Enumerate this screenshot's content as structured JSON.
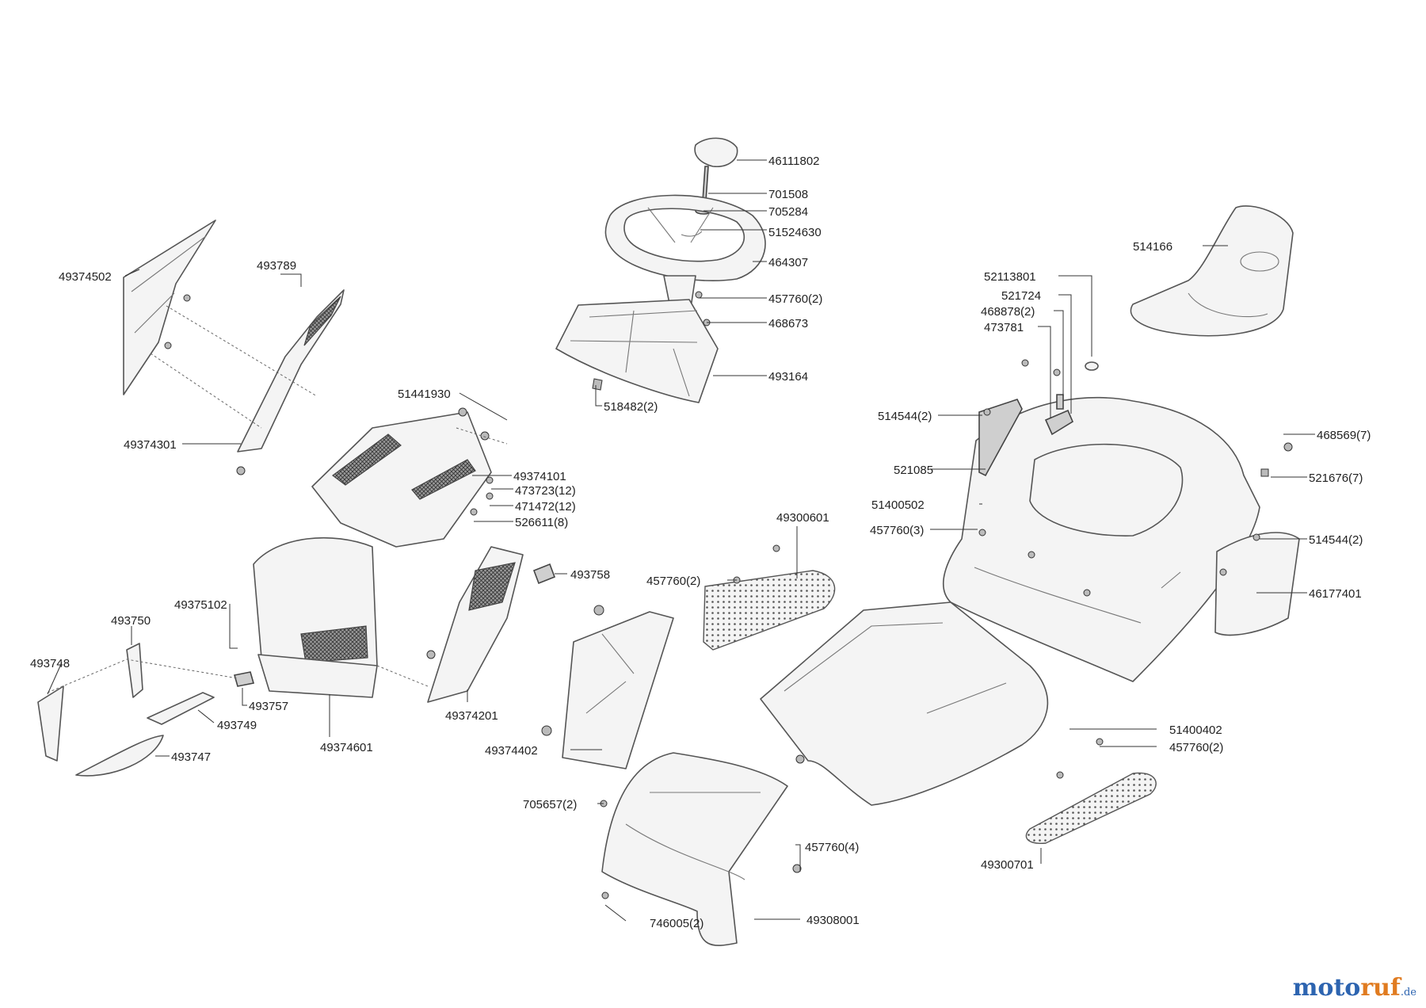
{
  "brand": {
    "part1": "moto",
    "part2": "ruf",
    "part3": ".de"
  },
  "labels": {
    "l46111802": "46111802",
    "l701508": "701508",
    "l705284": "705284",
    "l51524630": "51524630",
    "l464307": "464307",
    "l457760_2a": "457760(2)",
    "l468673": "468673",
    "l493164": "493164",
    "l518482": "518482(2)",
    "l514166": "514166",
    "l52113801": "52113801",
    "l521724": "521724",
    "l468878": "468878(2)",
    "l473781": "473781",
    "l514544_2a": "514544(2)",
    "l521085": "521085",
    "l468569": "468569(7)",
    "l521676": "521676(7)",
    "l51400502": "51400502",
    "l457760_3": "457760(3)",
    "l514544_2b": "514544(2)",
    "l46177401": "46177401",
    "l49374502": "49374502",
    "l493789": "493789",
    "l49374301": "49374301",
    "l51441930": "51441930",
    "l49374101": "49374101",
    "l473723": "473723(12)",
    "l471472": "471472(12)",
    "l526611": "526611(8)",
    "l493758": "493758",
    "l49375102": "49375102",
    "l493750": "493750",
    "l493748": "493748",
    "l493757": "493757",
    "l493749": "493749",
    "l493747": "493747",
    "l49374601": "49374601",
    "l49374201": "49374201",
    "l49300601": "49300601",
    "l457760_2b": "457760(2)",
    "l49374402": "49374402",
    "l705657": "705657(2)",
    "l51400402": "51400402",
    "l457760_2c": "457760(2)",
    "l457760_4": "457760(4)",
    "l49300701": "49300701",
    "l746005": "746005(2)",
    "l49308001": "49308001"
  }
}
